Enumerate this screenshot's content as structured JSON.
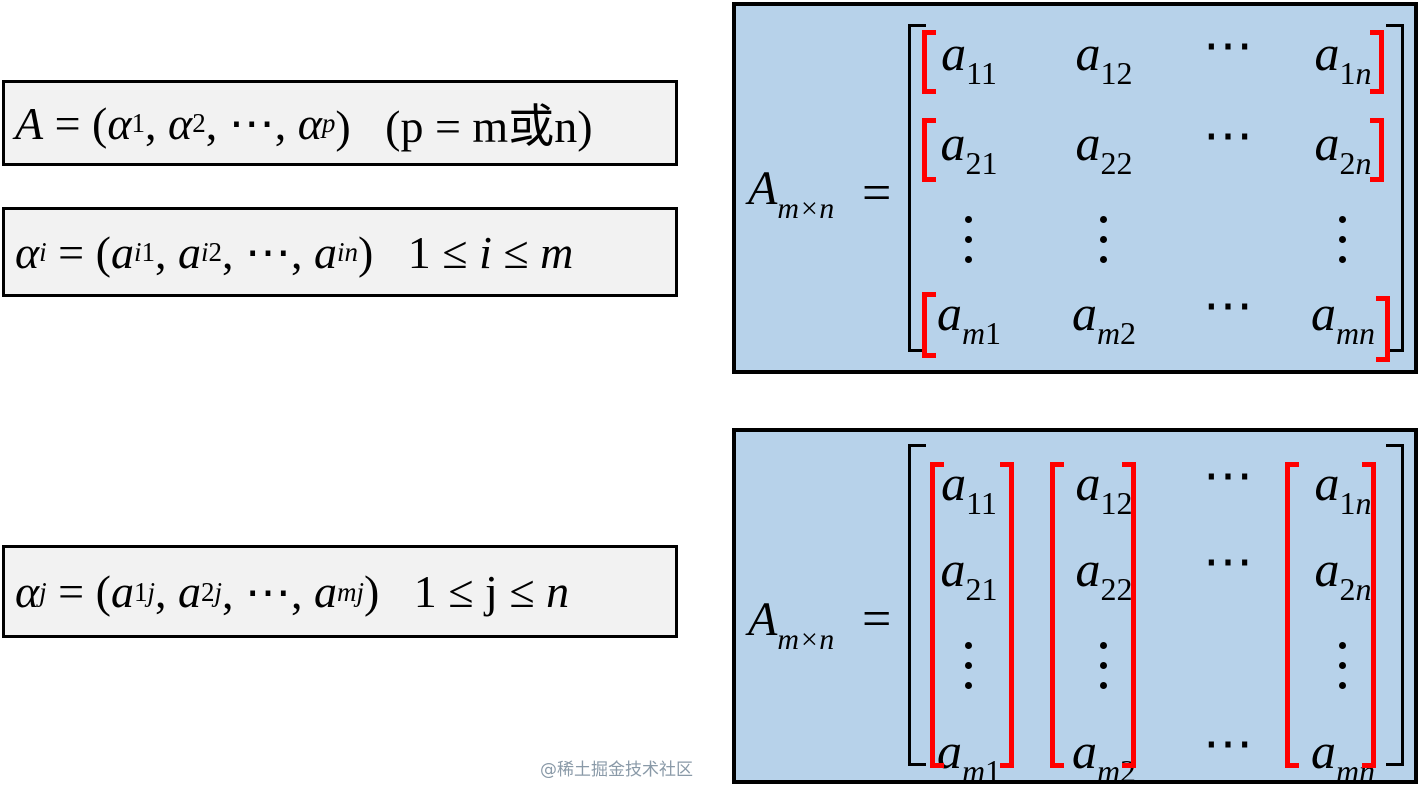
{
  "formulas": [
    {
      "parts": [
        [
          "A",
          "i"
        ],
        [
          " = (",
          "r"
        ],
        [
          "α",
          "i"
        ],
        [
          "1",
          "sub"
        ],
        [
          ", ",
          "r"
        ],
        [
          "α",
          "i"
        ],
        [
          "2",
          "sub"
        ],
        [
          ", ⋯, ",
          "r"
        ],
        [
          "α",
          "i"
        ],
        [
          "p",
          "sub"
        ],
        [
          ")   (p = m或n)",
          "r"
        ]
      ]
    },
    {
      "parts": [
        [
          "α",
          "i"
        ],
        [
          "i",
          "sub"
        ],
        [
          " = (",
          "r"
        ],
        [
          "a",
          "i"
        ],
        [
          "i1",
          "sub"
        ],
        [
          ", ",
          "r"
        ],
        [
          "a",
          "i"
        ],
        [
          "i2",
          "sub"
        ],
        [
          ", ⋯, ",
          "r"
        ],
        [
          "a",
          "i"
        ],
        [
          "in",
          "sub"
        ],
        [
          ")   1 ≤ ",
          "r"
        ],
        [
          "i",
          "i"
        ],
        [
          " ≤ ",
          "r"
        ],
        [
          "m",
          "i"
        ]
      ]
    },
    {
      "parts": [
        [
          "α",
          "i"
        ],
        [
          "j",
          "sub"
        ],
        [
          " = (",
          "r"
        ],
        [
          "a",
          "i"
        ],
        [
          "1j",
          "sub"
        ],
        [
          ", ",
          "r"
        ],
        [
          "a",
          "i"
        ],
        [
          "2j",
          "sub"
        ],
        [
          ", ⋯, ",
          "r"
        ],
        [
          "a",
          "i"
        ],
        [
          "mj",
          "sub"
        ],
        [
          ")   1 ≤ j ≤ ",
          "r"
        ],
        [
          "n",
          "i"
        ]
      ]
    }
  ],
  "matrices": [
    {
      "lhs": "A",
      "lhs_sub": "m×n",
      "equals": "=",
      "highlight": "rows",
      "rows": [
        [
          [
            "a",
            "11"
          ],
          [
            "a",
            "12"
          ],
          [
            "⋯",
            ""
          ],
          [
            "a",
            "1n"
          ]
        ],
        [
          [
            "a",
            "21"
          ],
          [
            "a",
            "22"
          ],
          [
            "⋯",
            ""
          ],
          [
            "a",
            "2n"
          ]
        ],
        [
          [
            "⋮",
            ""
          ],
          [
            "⋮",
            ""
          ],
          [
            "",
            ""
          ],
          [
            "⋮",
            ""
          ]
        ],
        [
          [
            "a",
            "m1"
          ],
          [
            "a",
            "m2"
          ],
          [
            "⋯",
            ""
          ],
          [
            "a",
            "mn"
          ]
        ]
      ]
    },
    {
      "lhs": "A",
      "lhs_sub": "m×n",
      "equals": "=",
      "highlight": "columns",
      "rows": [
        [
          [
            "a",
            "11"
          ],
          [
            "a",
            "12"
          ],
          [
            "⋯",
            ""
          ],
          [
            "a",
            "1n"
          ]
        ],
        [
          [
            "a",
            "21"
          ],
          [
            "a",
            "22"
          ],
          [
            "⋯",
            ""
          ],
          [
            "a",
            "2n"
          ]
        ],
        [
          [
            "⋮",
            ""
          ],
          [
            "⋮",
            ""
          ],
          [
            "",
            ""
          ],
          [
            "⋮",
            ""
          ]
        ],
        [
          [
            "a",
            "m1"
          ],
          [
            "a",
            "m2"
          ],
          [
            "⋯",
            ""
          ],
          [
            "a",
            "mn"
          ]
        ]
      ]
    }
  ],
  "colors": {
    "matrix_bg": "#b7d2ea",
    "formula_bg": "#f2f2f2",
    "highlight": "#ff0000"
  },
  "watermark": "@稀土掘金技术社区"
}
